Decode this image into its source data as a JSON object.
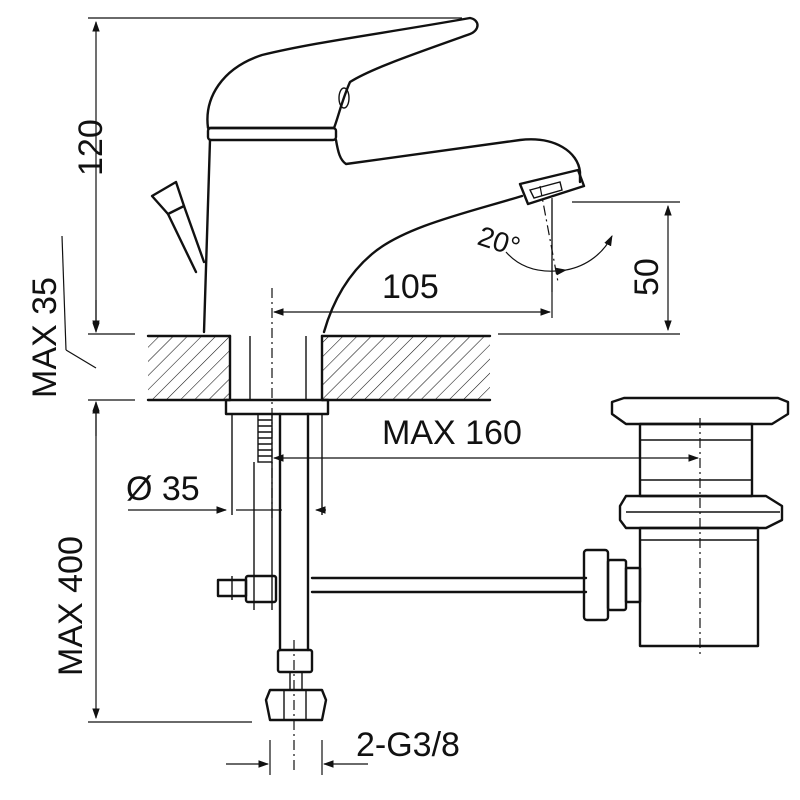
{
  "dimensions": {
    "height_120": "120",
    "max_35": "MAX 35",
    "max_400": "MAX 400",
    "reach_105": "105",
    "height_50": "50",
    "angle_20": "20°",
    "max_160": "MAX 160",
    "diameter_35": "Ø 35",
    "thread": "2-G3/8"
  }
}
